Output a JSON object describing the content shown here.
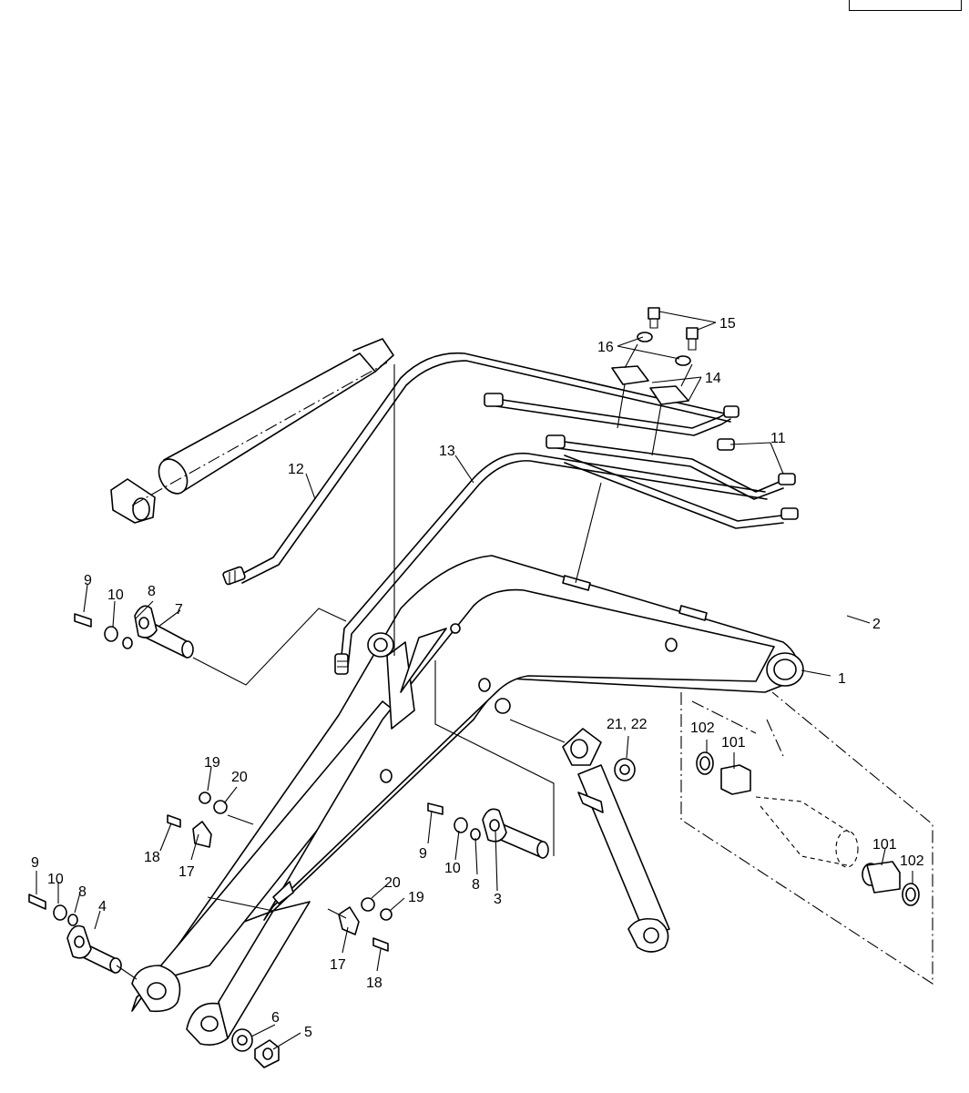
{
  "callouts": {
    "c1": "1",
    "c2": "2",
    "c3": "3",
    "c4": "4",
    "c5": "5",
    "c6": "6",
    "c7": "7",
    "c8a": "8",
    "c8b": "8",
    "c8c": "8",
    "c9a": "9",
    "c9b": "9",
    "c9c": "9",
    "c10a": "10",
    "c10b": "10",
    "c10c": "10",
    "c11": "11",
    "c12": "12",
    "c13": "13",
    "c14": "14",
    "c15": "15",
    "c16": "16",
    "c17a": "17",
    "c17b": "17",
    "c18a": "18",
    "c18b": "18",
    "c19a": "19",
    "c19b": "19",
    "c20a": "20",
    "c20b": "20",
    "c2122": "21, 22",
    "c101a": "101",
    "c101b": "101",
    "c102a": "102",
    "c102b": "102"
  }
}
